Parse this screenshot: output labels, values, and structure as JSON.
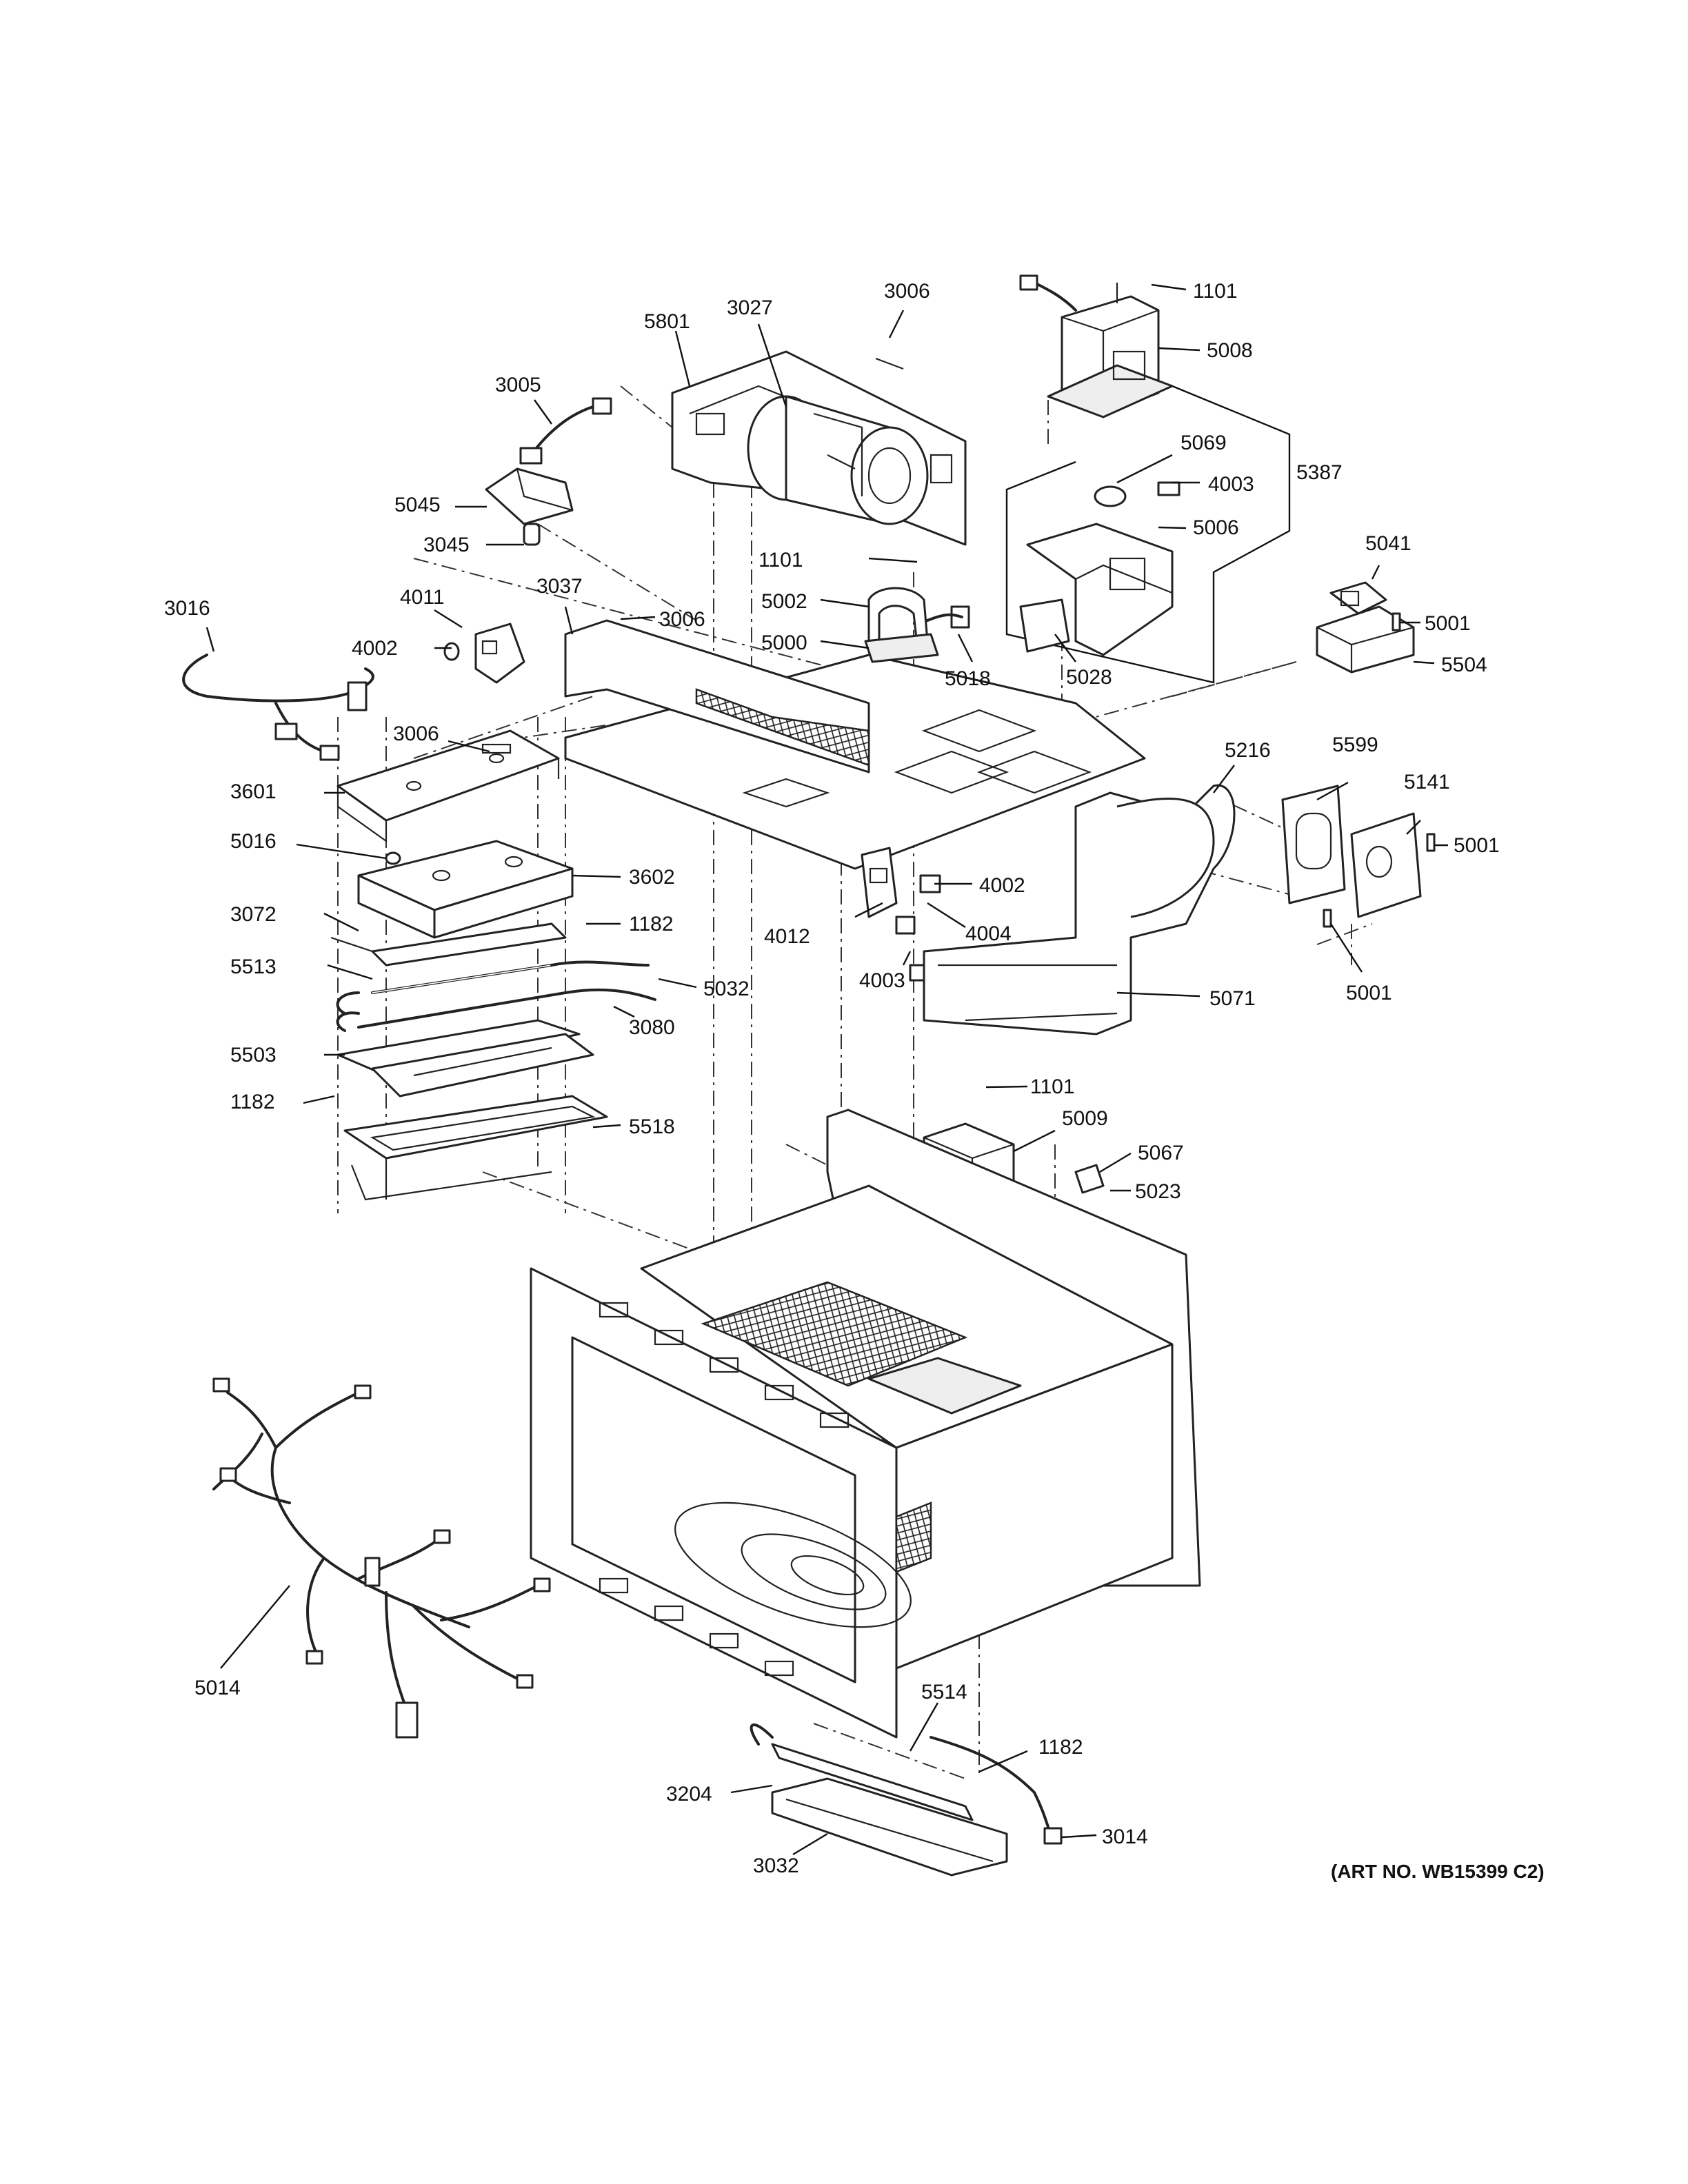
{
  "art_number": "(ART NO. WB15399 C2)",
  "parts": [
    {
      "label": "1101"
    },
    {
      "label": "5008"
    },
    {
      "label": "3006"
    },
    {
      "label": "3027"
    },
    {
      "label": "5801"
    },
    {
      "label": "3005"
    },
    {
      "label": "5387"
    },
    {
      "label": "5069"
    },
    {
      "label": "4003"
    },
    {
      "label": "5045"
    },
    {
      "label": "5006"
    },
    {
      "label": "3045"
    },
    {
      "label": "1101"
    },
    {
      "label": "5041"
    },
    {
      "label": "3016"
    },
    {
      "label": "4011"
    },
    {
      "label": "3037"
    },
    {
      "label": "5002"
    },
    {
      "label": "3006"
    },
    {
      "label": "5001"
    },
    {
      "label": "4002"
    },
    {
      "label": "5000"
    },
    {
      "label": "5018"
    },
    {
      "label": "5504"
    },
    {
      "label": "5028"
    },
    {
      "label": "3006"
    },
    {
      "label": "5216"
    },
    {
      "label": "5599"
    },
    {
      "label": "3601"
    },
    {
      "label": "5141"
    },
    {
      "label": "5016"
    },
    {
      "label": "5001"
    },
    {
      "label": "3602"
    },
    {
      "label": "4002"
    },
    {
      "label": "3072"
    },
    {
      "label": "1182"
    },
    {
      "label": "4012"
    },
    {
      "label": "4004"
    },
    {
      "label": "5513"
    },
    {
      "label": "4003"
    },
    {
      "label": "5032"
    },
    {
      "label": "5001"
    },
    {
      "label": "5071"
    },
    {
      "label": "3080"
    },
    {
      "label": "5503"
    },
    {
      "label": "1101"
    },
    {
      "label": "1182"
    },
    {
      "label": "5009"
    },
    {
      "label": "5518"
    },
    {
      "label": "5067"
    },
    {
      "label": "5023"
    },
    {
      "label": "5014"
    },
    {
      "label": "5514"
    },
    {
      "label": "1182"
    },
    {
      "label": "3204"
    },
    {
      "label": "3014"
    },
    {
      "label": "3032"
    }
  ]
}
